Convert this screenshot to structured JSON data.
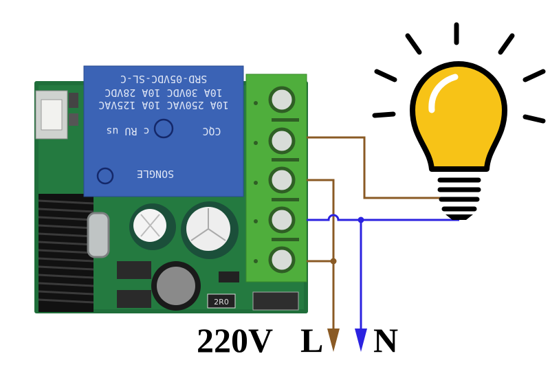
{
  "relay": {
    "model": "SRD-05VDC-SL-C",
    "rating_dc": "10A 30VDC  10A 28VDC",
    "rating_ac": "10A 250VAC  10A 125VAC",
    "brand": "SONGLE",
    "cert_cqc": "CQC",
    "cert_ul": "c RU us"
  },
  "board": {
    "resistor_code": "2R0"
  },
  "labels": {
    "voltage": "220V",
    "live": "L",
    "neutral": "N"
  },
  "colors": {
    "live_wire": "#8a5a24",
    "neutral_wire": "#2b22e0",
    "bulb": "#f7c317",
    "pcb": "#1f6e3a",
    "relay": "#3b63b5",
    "terminal": "#4fae3c"
  }
}
